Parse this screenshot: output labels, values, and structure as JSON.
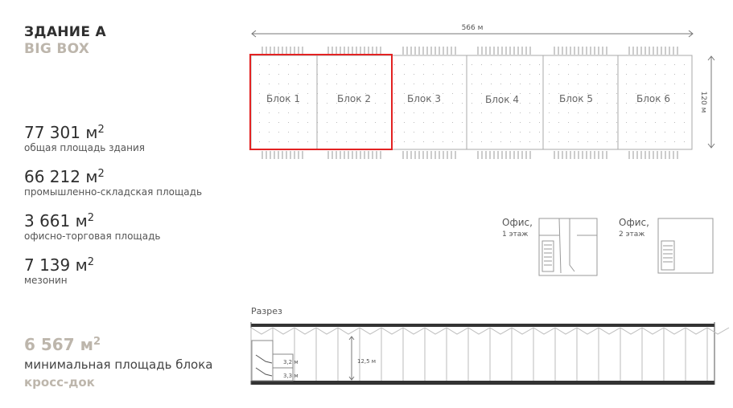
{
  "header": {
    "title": "ЗДАНИЕ А",
    "subtitle": "BIG BOX"
  },
  "stats": [
    {
      "value": "77 301 м",
      "sup": "2",
      "label": "общая площадь здания"
    },
    {
      "value": "66 212 м",
      "sup": "2",
      "label": "промышленно-складская площадь"
    },
    {
      "value": "3 661 м",
      "sup": "2",
      "label": "офисно-торговая площадь"
    },
    {
      "value": "7 139 м",
      "sup": "2",
      "label": "мезонин"
    }
  ],
  "min_block": {
    "value": "6 567 м",
    "sup": "2",
    "label": "минимальная площадь блока",
    "type": "кросс-док"
  },
  "plan": {
    "length_label": "566 м",
    "width_label": "120 м",
    "blocks": [
      "Блок 1",
      "Блок 2",
      "Блок 3",
      "Блок 4",
      "Блок 5",
      "Блок 6"
    ],
    "highlight_color": "#e32222"
  },
  "offices": [
    {
      "title": "Офис,",
      "floor": "1 этаж"
    },
    {
      "title": "Офис,",
      "floor": "2 этаж"
    }
  ],
  "section": {
    "title": "Разрез",
    "height_label": "12,5 м",
    "mezz_upper": "3,2 м",
    "mezz_lower": "3,3 м"
  }
}
